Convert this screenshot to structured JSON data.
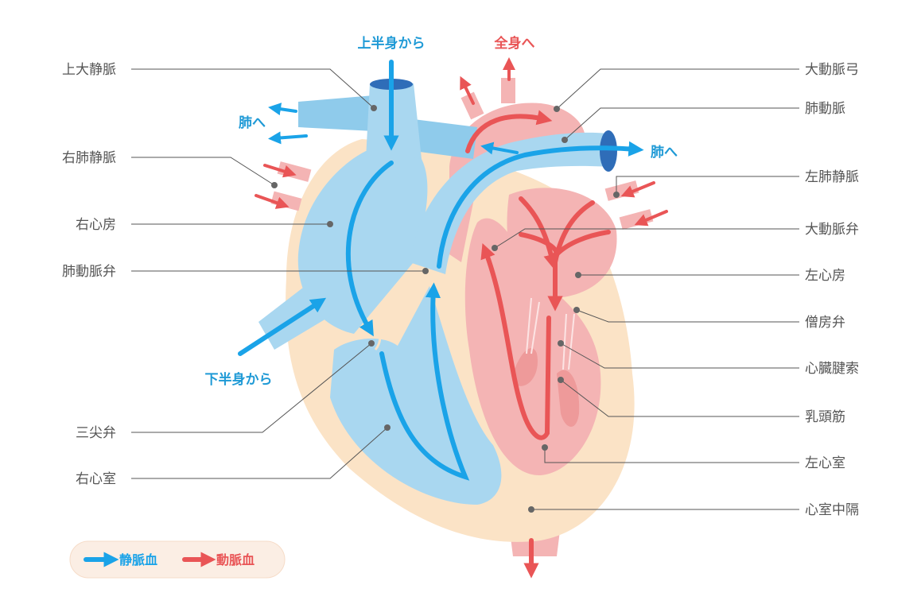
{
  "labels": {
    "svc": "上大静脈",
    "rpv": "右肺静脈",
    "ra": "右心房",
    "pv": "肺動脈弁",
    "tv": "三尖弁",
    "rv": "右心室",
    "arch": "大動脈弓",
    "pa": "肺動脈",
    "lpv": "左肺静脈",
    "av": "大動脈弁",
    "la": "左心房",
    "mv": "僧房弁",
    "ct": "心臓腱索",
    "pm": "乳頭筋",
    "lv": "左心室",
    "septum": "心室中隔"
  },
  "flow": {
    "upper": "上半身から",
    "whole": "全身へ",
    "lung_left": "肺へ",
    "lung_right": "肺へ",
    "lower": "下半身から"
  },
  "legend": {
    "venous": "静脈血",
    "arterial": "動脈血"
  },
  "colors": {
    "venous": "#1aa3e8",
    "arterial": "#e95556",
    "myocardium": "#fbe3c6",
    "venous_chamber": "#a9d7f0",
    "arterial_chamber": "#f4b4b4",
    "legend_bg": "#fbeee4"
  }
}
